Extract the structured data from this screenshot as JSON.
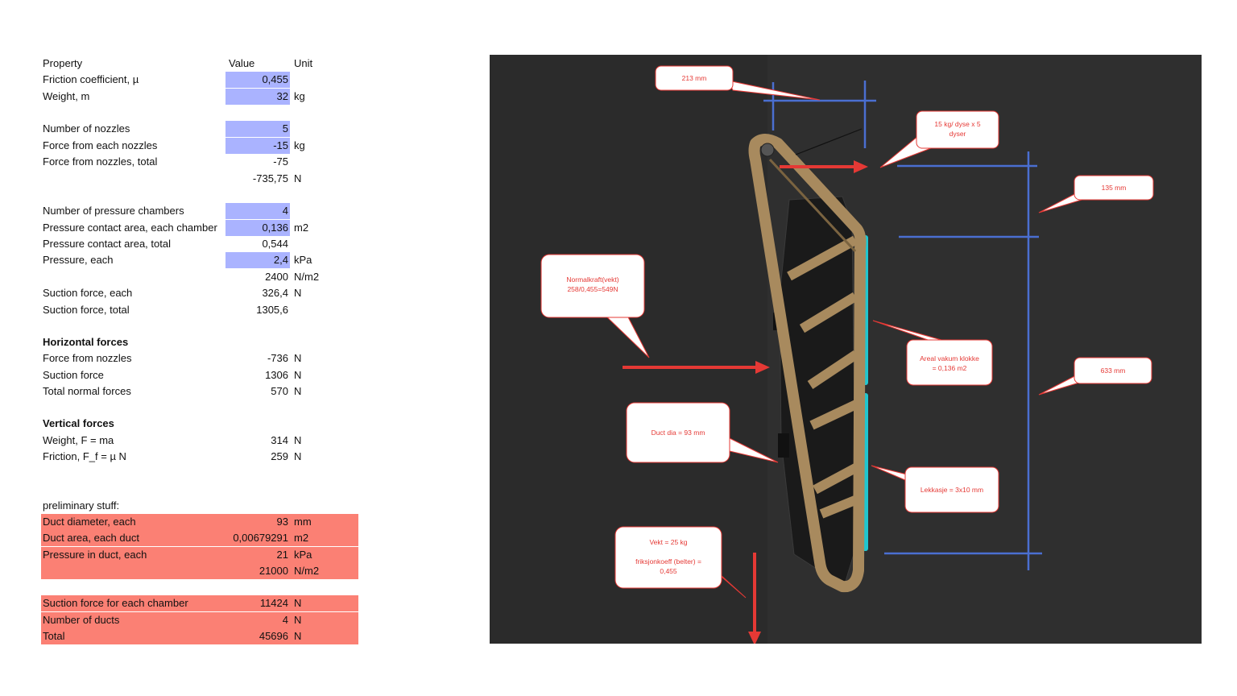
{
  "table": {
    "header": {
      "property": "Property",
      "value": "Value",
      "unit": "Unit"
    },
    "rows": [
      {
        "property": "Friction coefficient, µ",
        "value": "0,455",
        "unit": "",
        "highlight": true
      },
      {
        "property": "Weight, m",
        "value": "32",
        "unit": "kg",
        "highlight": true
      },
      {
        "property": "Number of nozzles",
        "value": "5",
        "unit": "",
        "highlight": true
      },
      {
        "property": "Force from each nozzles",
        "value": "-15",
        "unit": "kg",
        "highlight": true
      },
      {
        "property": "Force from nozzles, total",
        "value": "-75",
        "unit": ""
      },
      {
        "property": "",
        "value": "-735,75",
        "unit": "N"
      },
      {
        "property": "Number of pressure chambers",
        "value": "4",
        "unit": "",
        "highlight": true
      },
      {
        "property": "Pressure contact area, each chamber",
        "value": "0,136",
        "unit": "m2",
        "highlight": true
      },
      {
        "property": "Pressure contact area, total",
        "value": "0,544",
        "unit": ""
      },
      {
        "property": "Pressure, each",
        "value": "2,4",
        "unit": "kPa",
        "highlight": true
      },
      {
        "property": "",
        "value": "2400",
        "unit": "N/m2"
      },
      {
        "property": "Suction force, each",
        "value": "326,4",
        "unit": "N"
      },
      {
        "property": "Suction force, total",
        "value": "1305,6",
        "unit": ""
      },
      {
        "property": "Horizontal forces",
        "value": "",
        "unit": "",
        "bold": true
      },
      {
        "property": "Force from nozzles",
        "value": "-736",
        "unit": "N"
      },
      {
        "property": "Suction force",
        "value": "1306",
        "unit": "N"
      },
      {
        "property": "Total normal forces",
        "value": "570",
        "unit": "N"
      },
      {
        "property": "Vertical forces",
        "value": "",
        "unit": "",
        "bold": true
      },
      {
        "property": "Weight, F = ma",
        "value": "314",
        "unit": "N"
      },
      {
        "property": "Friction, F_f = µ N",
        "value": "259",
        "unit": "N"
      },
      {
        "property": "preliminary stuff:",
        "value": "",
        "unit": ""
      },
      {
        "property": "Duct diameter, each",
        "value": "93",
        "unit": "mm",
        "red": true
      },
      {
        "property": "Duct area, each duct",
        "value": "0,00679291",
        "unit": "m2",
        "red": true
      },
      {
        "property": "Pressure in duct, each",
        "value": "21",
        "unit": "kPa",
        "red": true
      },
      {
        "property": "",
        "value": "21000",
        "unit": "N/m2",
        "red": true
      },
      {
        "property": "Suction force for each chamber",
        "value": "11424",
        "unit": "N",
        "red": true
      },
      {
        "property": "Number of ducts",
        "value": "4",
        "unit": "N",
        "red": true
      },
      {
        "property": "Total",
        "value": "45696",
        "unit": "N",
        "red": true
      }
    ]
  },
  "figure": {
    "callouts": {
      "width_213": "213 mm",
      "nozzles": [
        "15 kg/ dyse x 5",
        "dyser"
      ],
      "dim_135": "135 mm",
      "normal_force": [
        "Normalkraft(vekt)",
        "258/0,455=549N"
      ],
      "vacuum_area": [
        "Areal vakum klokke",
        "= 0,136 m2"
      ],
      "dim_633": "633 mm",
      "duct_dia": "Duct dia = 93 mm",
      "leakage": "Lekkasje = 3x10 mm",
      "weight": [
        "Vekt = 25 kg",
        "",
        "friksjonkoeff (belter) =",
        "0,455"
      ]
    },
    "colors": {
      "background": "#2b2b2b",
      "frame": "#a88a5e",
      "arrow": "#e53935",
      "dimension": "#4a6fd1",
      "pad": "#20c6cf"
    }
  }
}
